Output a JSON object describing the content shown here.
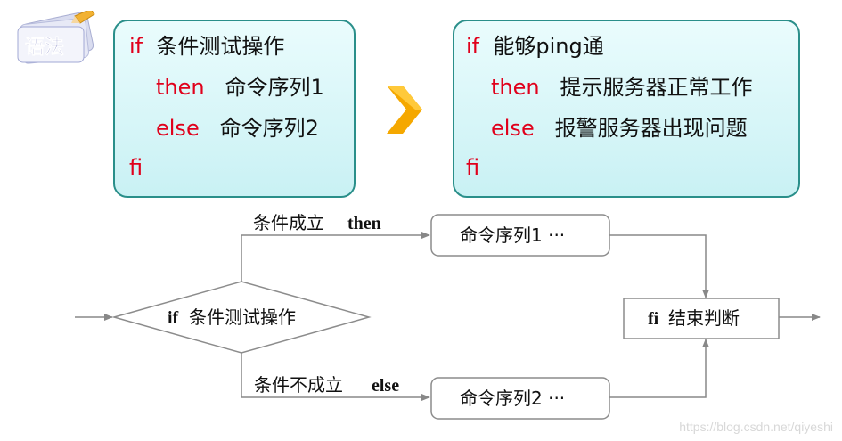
{
  "badge": {
    "label": "语法"
  },
  "left_code": {
    "if_kw": "if",
    "if_text": "条件测试操作",
    "then_kw": "then",
    "then_text": "命令序列1",
    "else_kw": "else",
    "else_text": "命令序列2",
    "fi_kw": "fi"
  },
  "right_code": {
    "if_kw": "if",
    "if_text": "能够ping通",
    "then_kw": "then",
    "then_text": "提示服务器正常工作",
    "else_kw": "else",
    "else_text": "报警服务器出现问题",
    "fi_kw": "fi"
  },
  "flow": {
    "decision_kw": "if",
    "decision_text": "条件测试操作",
    "branch_true_text": "条件成立",
    "branch_true_kw": "then",
    "branch_false_text": "条件不成立",
    "branch_false_kw": "else",
    "cmd1_text": "命令序列1 ···",
    "cmd2_text": "命令序列2 ···",
    "end_kw": "fi",
    "end_text": "结束判断"
  },
  "watermark": "https://blog.csdn.net/qiyeshi",
  "colors": {
    "keyword": "#e0001b",
    "box_border": "#2a8f8a",
    "arrow": "#f5a800",
    "flow_line": "#888888"
  }
}
